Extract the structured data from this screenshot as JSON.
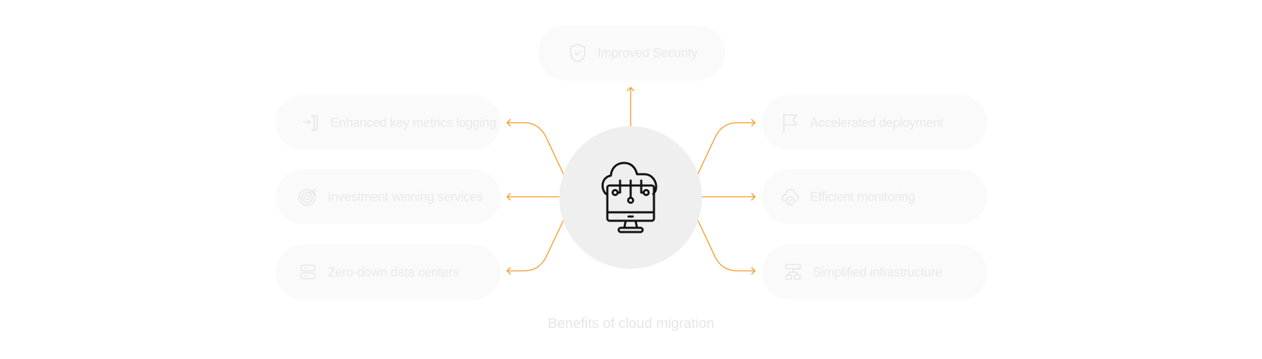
{
  "diagram": {
    "center": {
      "icon": "cloud-computer-icon"
    },
    "caption": "Benefits of cloud migration",
    "accent_color": "#f7931e",
    "top": {
      "label": "Improved Security",
      "icon": "shield-check-icon"
    },
    "left": [
      {
        "label": "Enhanced key metrics logging",
        "icon": "login-door-icon"
      },
      {
        "label": "Investment winning services",
        "icon": "target-chart-icon"
      },
      {
        "label": "Zero-down data centers",
        "icon": "server-icon"
      }
    ],
    "right": [
      {
        "label": "Accelerated deployment",
        "icon": "flag-icon"
      },
      {
        "label": "Efficient monitoring",
        "icon": "cloud-check-icon"
      },
      {
        "label": "Simplified infrastructure",
        "icon": "hierarchy-icon"
      }
    ]
  }
}
